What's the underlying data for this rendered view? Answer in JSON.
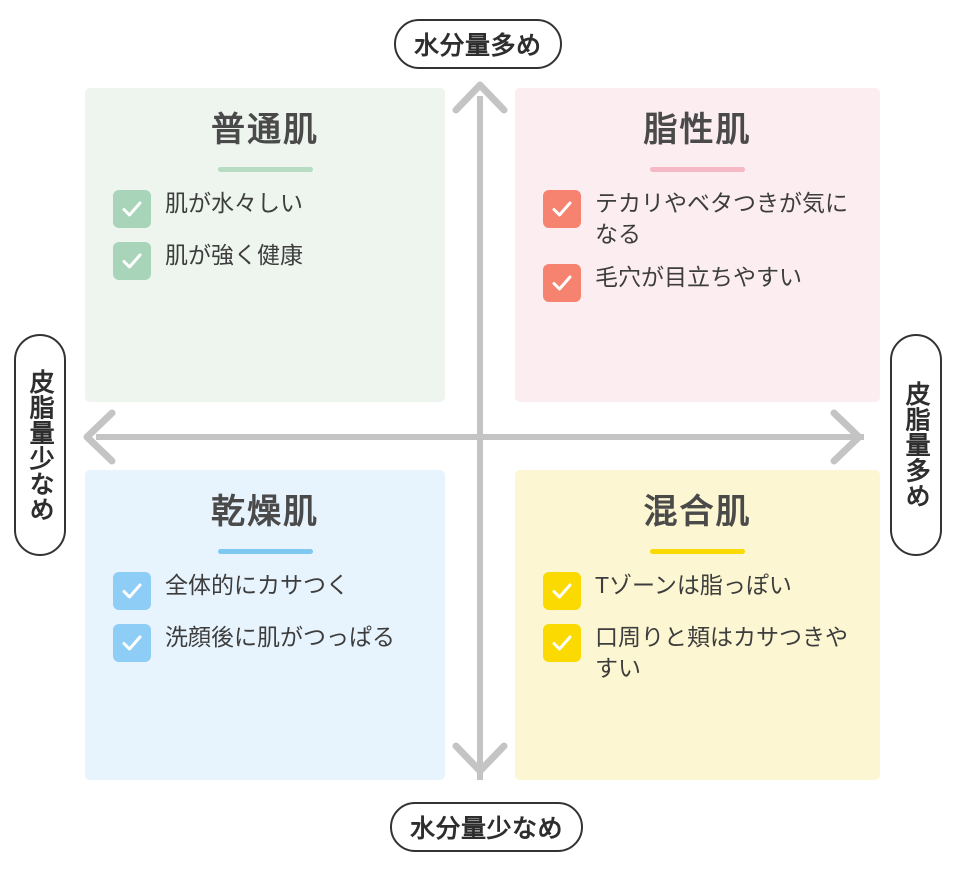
{
  "diagram": {
    "axes": {
      "top_label": "水分量多め",
      "bottom_label": "水分量少なめ",
      "left_label": "皮脂量少なめ",
      "right_label": "皮脂量多め",
      "axis_color": "#c4c4c4"
    },
    "quadrants": [
      {
        "position": "top-left",
        "title": "普通肌",
        "bg_color": "#eef5ef",
        "accent_color": "#a8d5ba",
        "rule_color": "#b7dcc4",
        "items": [
          "肌が水々しい",
          "肌が強く健康"
        ]
      },
      {
        "position": "top-right",
        "title": "脂性肌",
        "bg_color": "#fcedf1",
        "accent_color": "#f5836f",
        "rule_color": "#f6b8c4",
        "items": [
          "テカリやベタつきが気になる",
          "毛穴が目立ちやすい"
        ]
      },
      {
        "position": "bottom-left",
        "title": "乾燥肌",
        "bg_color": "#e8f4fd",
        "accent_color": "#8ecdf5",
        "rule_color": "#7ec8f2",
        "items": [
          "全体的にカサつく",
          "洗顔後に肌がつっぱる"
        ]
      },
      {
        "position": "bottom-right",
        "title": "混合肌",
        "bg_color": "#fcf7d2",
        "accent_color": "#fada00",
        "rule_color": "#fada00",
        "items": [
          "Tゾーンは脂っぽい",
          "口周りと頬はカサつきやすい"
        ]
      }
    ]
  }
}
